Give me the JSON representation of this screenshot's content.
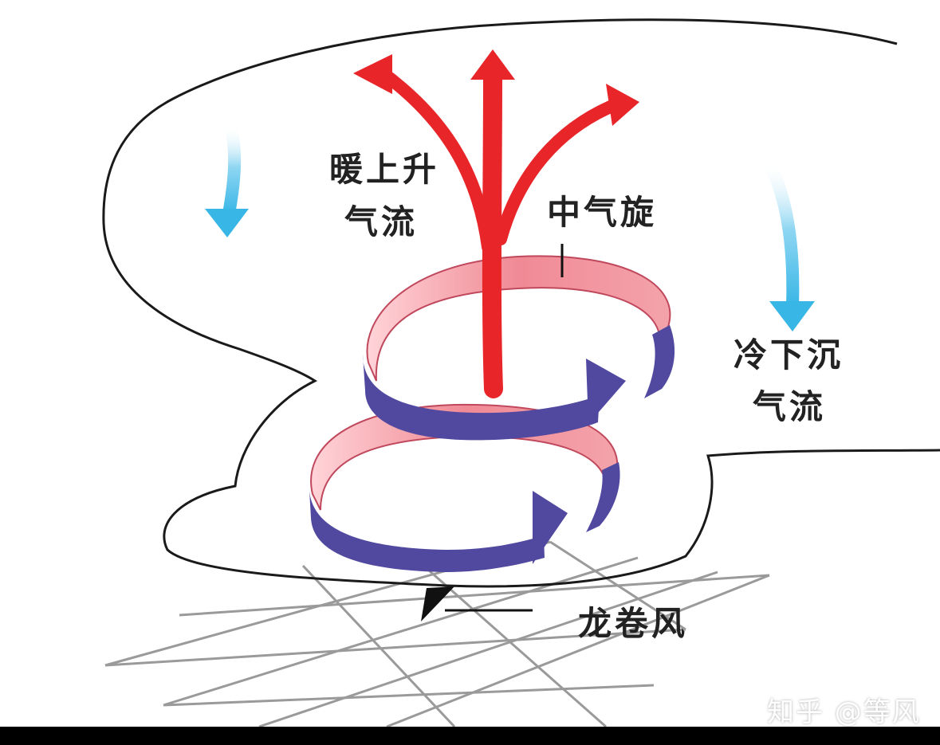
{
  "labels": {
    "warm_updraft_line1": "暖上升",
    "warm_updraft_line2": "气流",
    "mesocyclone": "中气旋",
    "cold_downdraft_line1": "冷下沉",
    "cold_downdraft_line2": "气流",
    "tornado": "龙卷风"
  },
  "watermark": "知乎 @等风",
  "colors": {
    "updraft_red": "#e8262a",
    "downdraft_cyan": "#38b6e6",
    "ring_pink": "#f08a95",
    "ring_blue": "#5149a0",
    "cloud_outline": "#1a1a1a",
    "grid": "#9a9a9a"
  }
}
